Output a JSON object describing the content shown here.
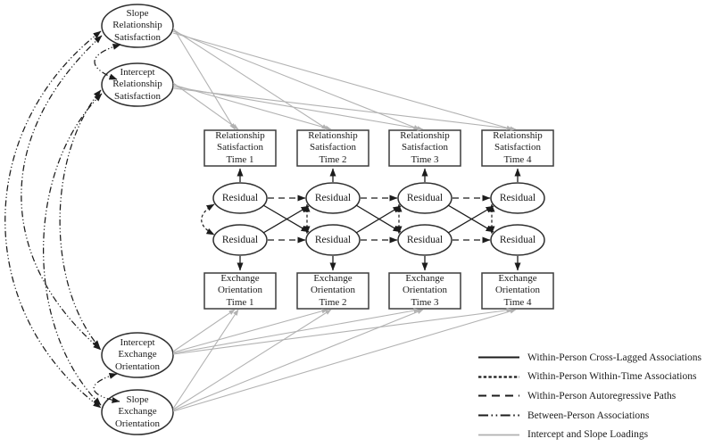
{
  "latents": [
    {
      "id": "slope-relationship-satisfaction",
      "label": "Slope\nRelationship\nSatisfaction"
    },
    {
      "id": "intercept-relationship-satisfaction",
      "label": "Intercept\nRelationship\nSatisfaction"
    },
    {
      "id": "intercept-exchange-orientation",
      "label": "Intercept\nExchange\nOrientation"
    },
    {
      "id": "slope-exchange-orientation",
      "label": "Slope\nExchange\nOrientation"
    }
  ],
  "observed": {
    "relationship_satisfaction": [
      {
        "label": "Relationship\nSatisfaction\nTime 1"
      },
      {
        "label": "Relationship\nSatisfaction\nTime 2"
      },
      {
        "label": "Relationship\nSatisfaction\nTime 3"
      },
      {
        "label": "Relationship\nSatisfaction\nTime 4"
      }
    ],
    "exchange_orientation": [
      {
        "label": "Exchange\nOrientation\nTime 1"
      },
      {
        "label": "Exchange\nOrientation\nTime 2"
      },
      {
        "label": "Exchange\nOrientation\nTime 3"
      },
      {
        "label": "Exchange\nOrientation\nTime 4"
      }
    ]
  },
  "residual_label": "Residual",
  "legend": {
    "items": [
      {
        "style": "solid-black",
        "label": "Within-Person Cross-Lagged Associations"
      },
      {
        "style": "short-dash",
        "label": "Within-Person Within-Time Associations"
      },
      {
        "style": "long-dash",
        "label": "Within-Person Autoregressive Paths"
      },
      {
        "style": "dash-dot-dot",
        "label": "Between-Person Associations"
      },
      {
        "style": "solid-gray",
        "label": "Intercept and Slope Loadings"
      }
    ]
  },
  "colors": {
    "line_black": "#1c1c1c",
    "loading_gray": "#b2b2b2",
    "box_stroke": "#3d3d3d",
    "background": "#ffffff"
  }
}
